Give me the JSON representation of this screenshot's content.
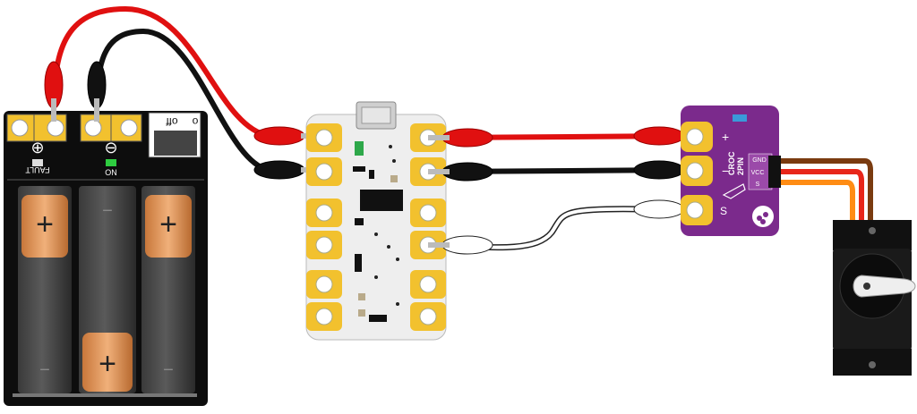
{
  "battery_pack": {
    "switch_label_off": "off",
    "switch_label_on": "o",
    "fault_label": "FAULT",
    "on_label": "ON",
    "plus_symbol": "⊕",
    "minus_symbol": "⊖",
    "cell_plus": "+",
    "cell_minus": "−"
  },
  "croc_board": {
    "label_line1": "CROC",
    "label_line2": "2PIN",
    "pin_plus": "+",
    "pin_minus": "−",
    "pin_signal": "S",
    "header_gnd": "GND",
    "header_vcc": "VCC",
    "header_s": "S"
  },
  "colors": {
    "red_wire": "#e01010",
    "black_wire": "#111111",
    "white_wire": "#ffffff",
    "gold_pad": "#f2c12e",
    "purple_board": "#7b2a8c",
    "servo_brown": "#7a3b10",
    "servo_red": "#e8261a",
    "servo_orange": "#ff8c14",
    "battery_copper": "#d98a4a"
  }
}
